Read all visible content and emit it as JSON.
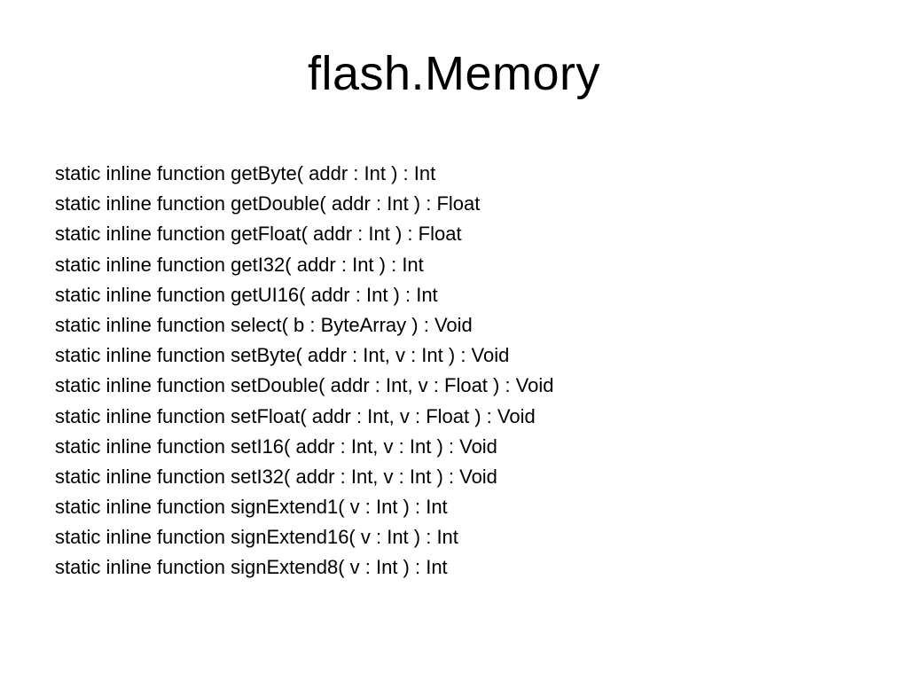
{
  "slide": {
    "title": "flash.Memory",
    "lines": [
      "static inline function getByte( addr : Int ) : Int",
      "static inline function getDouble( addr : Int ) : Float",
      "static inline function getFloat( addr : Int ) : Float",
      "static inline function getI32( addr : Int ) : Int",
      "static inline function getUI16( addr : Int ) : Int",
      "static inline function select( b : ByteArray ) : Void",
      "static inline function setByte( addr : Int, v : Int ) : Void",
      "static inline function setDouble( addr : Int, v : Float ) : Void",
      "static inline function setFloat( addr : Int, v : Float ) : Void",
      "static inline function setI16( addr : Int, v : Int ) : Void",
      "static inline function setI32( addr : Int, v : Int ) : Void",
      "static inline function signExtend1( v : Int ) : Int",
      "static inline function signExtend16( v : Int ) : Int",
      "static inline function signExtend8( v : Int ) : Int"
    ]
  }
}
